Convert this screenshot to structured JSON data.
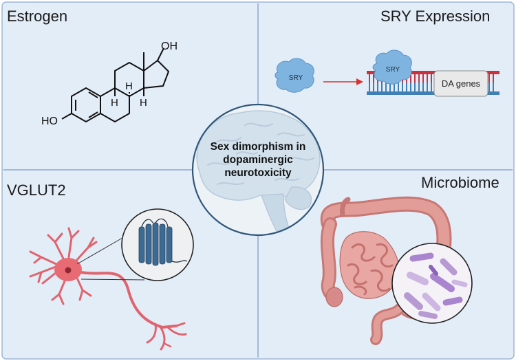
{
  "quadrants": {
    "top_left": {
      "title": "Estrogen",
      "atoms": {
        "hydroxyl_top": "OH",
        "hydroxyl_left": "HO",
        "hydrogen": "H"
      }
    },
    "top_right": {
      "title": "SRY Expression",
      "protein_label": "SRY",
      "gene_label": "DA genes"
    },
    "bottom_left": {
      "title": "VGLUT2"
    },
    "bottom_right": {
      "title": "Microbiome"
    }
  },
  "center": {
    "lines": [
      "Sex dimorphism in",
      "dopaminergic",
      "neurotoxicity"
    ]
  },
  "colors": {
    "background": "#e3edf8",
    "divider": "#8ea7cd",
    "circle_border": "#2f5779",
    "sry_protein": "#7fb4e0",
    "arrow": "#d9312b",
    "dna_red": "#c8323d",
    "dna_blue": "#3f7fb5",
    "neuron": "#e0646e",
    "transporter": "#3d6a93",
    "intestine": "#d88a8a",
    "bacteria": "#b89ad3"
  }
}
